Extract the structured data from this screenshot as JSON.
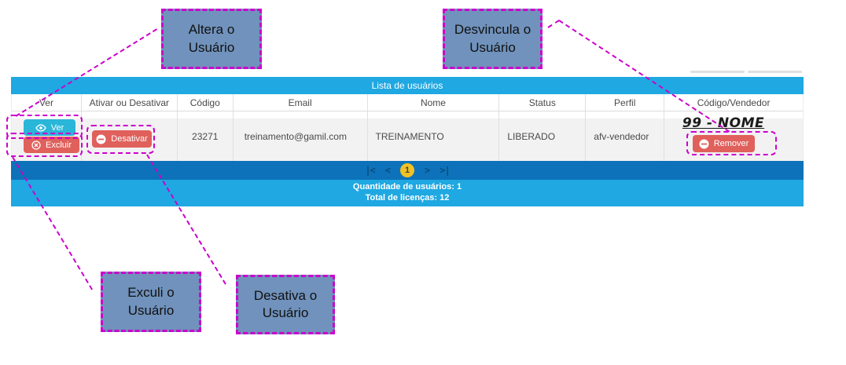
{
  "table": {
    "title": "Lista de usuários",
    "columns": [
      "Ver",
      "Ativar ou Desativar",
      "Código",
      "Email",
      "Nome",
      "Status",
      "Perfil",
      "Código/Vendedor"
    ],
    "row": {
      "ver_button": "Ver",
      "excluir_button": "Excluir",
      "desativar_button": "Desativar",
      "codigo": "23271",
      "email": "treinamento@gamil.com",
      "nome": "TREINAMENTO",
      "status": "LIBERADO",
      "perfil": "afv-vendedor",
      "vendedor_codigo": "99 - NOME",
      "remover_button": "Remover"
    }
  },
  "pagination": {
    "first_icon": "|<",
    "prev_icon": "<",
    "current_page": "1",
    "next_icon": ">",
    "last_icon": ">|"
  },
  "footer": {
    "line1": "Quantidade de usuários: 1",
    "line2": "Total de licenças: 12"
  },
  "callouts": {
    "altera": {
      "line1": "Altera o",
      "line2": "Usuário"
    },
    "desvincula": {
      "line1": "Desvincula o",
      "line2": "Usuário"
    },
    "exclui": {
      "line1": "Exculi o",
      "line2": "Usuário"
    },
    "desativa": {
      "line1": "Desativa o",
      "line2": "Usuário"
    }
  },
  "colors": {
    "annotation_magenta": "#cc00cc",
    "callout_fill": "#7092bc",
    "header_blue": "#1fa8e2",
    "pagination_blue": "#0d72b9",
    "button_red": "#e0605c",
    "button_cyan": "#29b6d8",
    "page_badge_yellow": "#f2c124"
  }
}
